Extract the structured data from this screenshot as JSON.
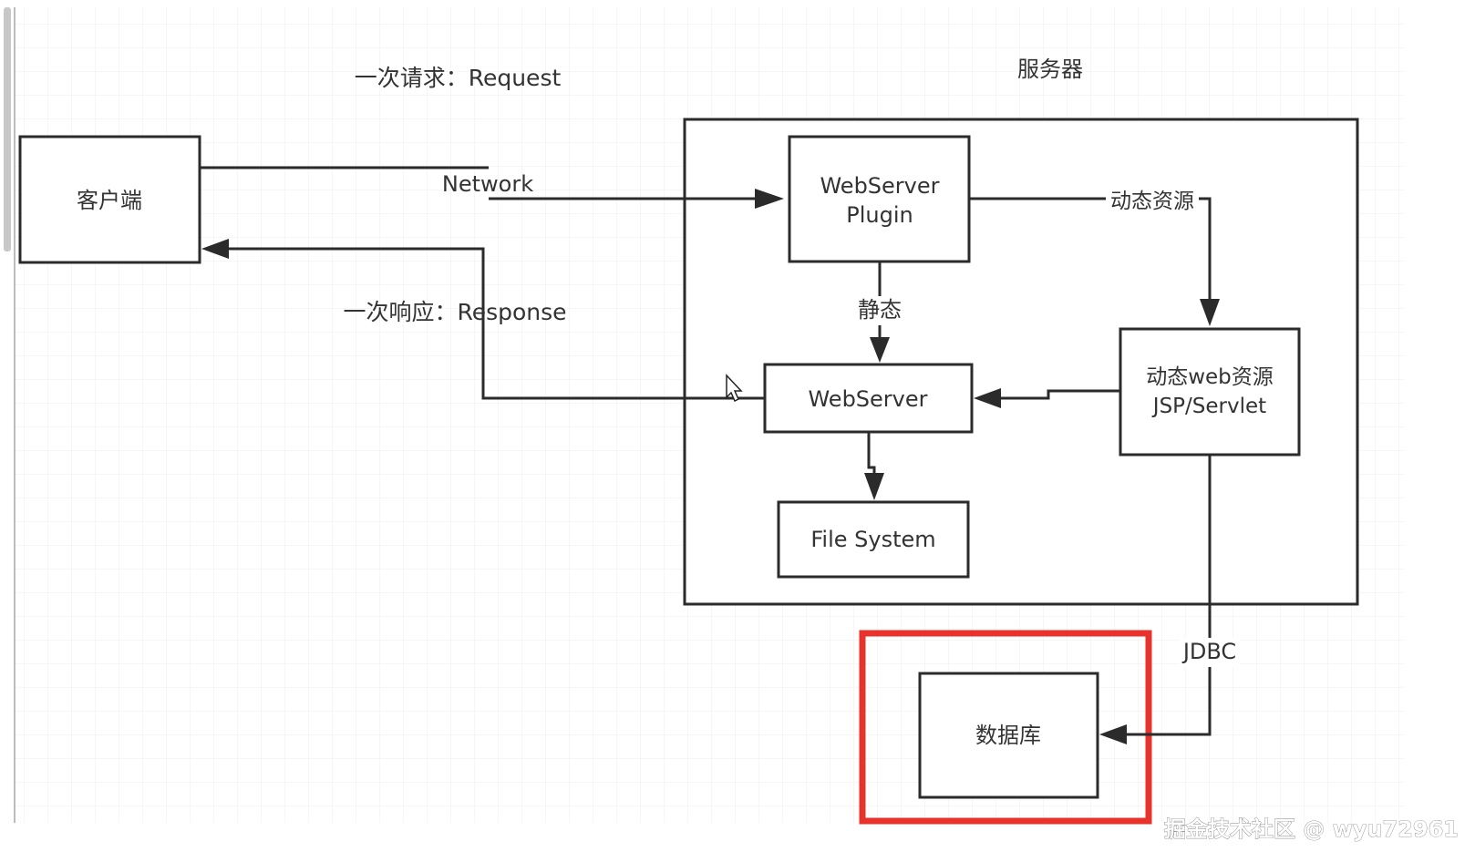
{
  "labels": {
    "request": "一次请求：Request",
    "response": "一次响应：Response",
    "server_title": "服务器",
    "network": "Network",
    "dynamic": "动态资源",
    "static": "静态",
    "jdbc": "JDBC"
  },
  "nodes": {
    "client": "客户端",
    "plugin_line1": "WebServer",
    "plugin_line2": "Plugin",
    "webserver": "WebServer",
    "filesystem": "File System",
    "dyn_line1": "动态web资源",
    "dyn_line2": "JSP/Servlet",
    "database": "数据库"
  },
  "watermark": "掘金技术社区 @ wyu72961",
  "colors": {
    "line": "#2b2b2b",
    "highlight": "#e8322c",
    "grid": "#e6e6e6",
    "text": "#333333"
  },
  "icons": {
    "cursor": "mouse-pointer-icon"
  }
}
